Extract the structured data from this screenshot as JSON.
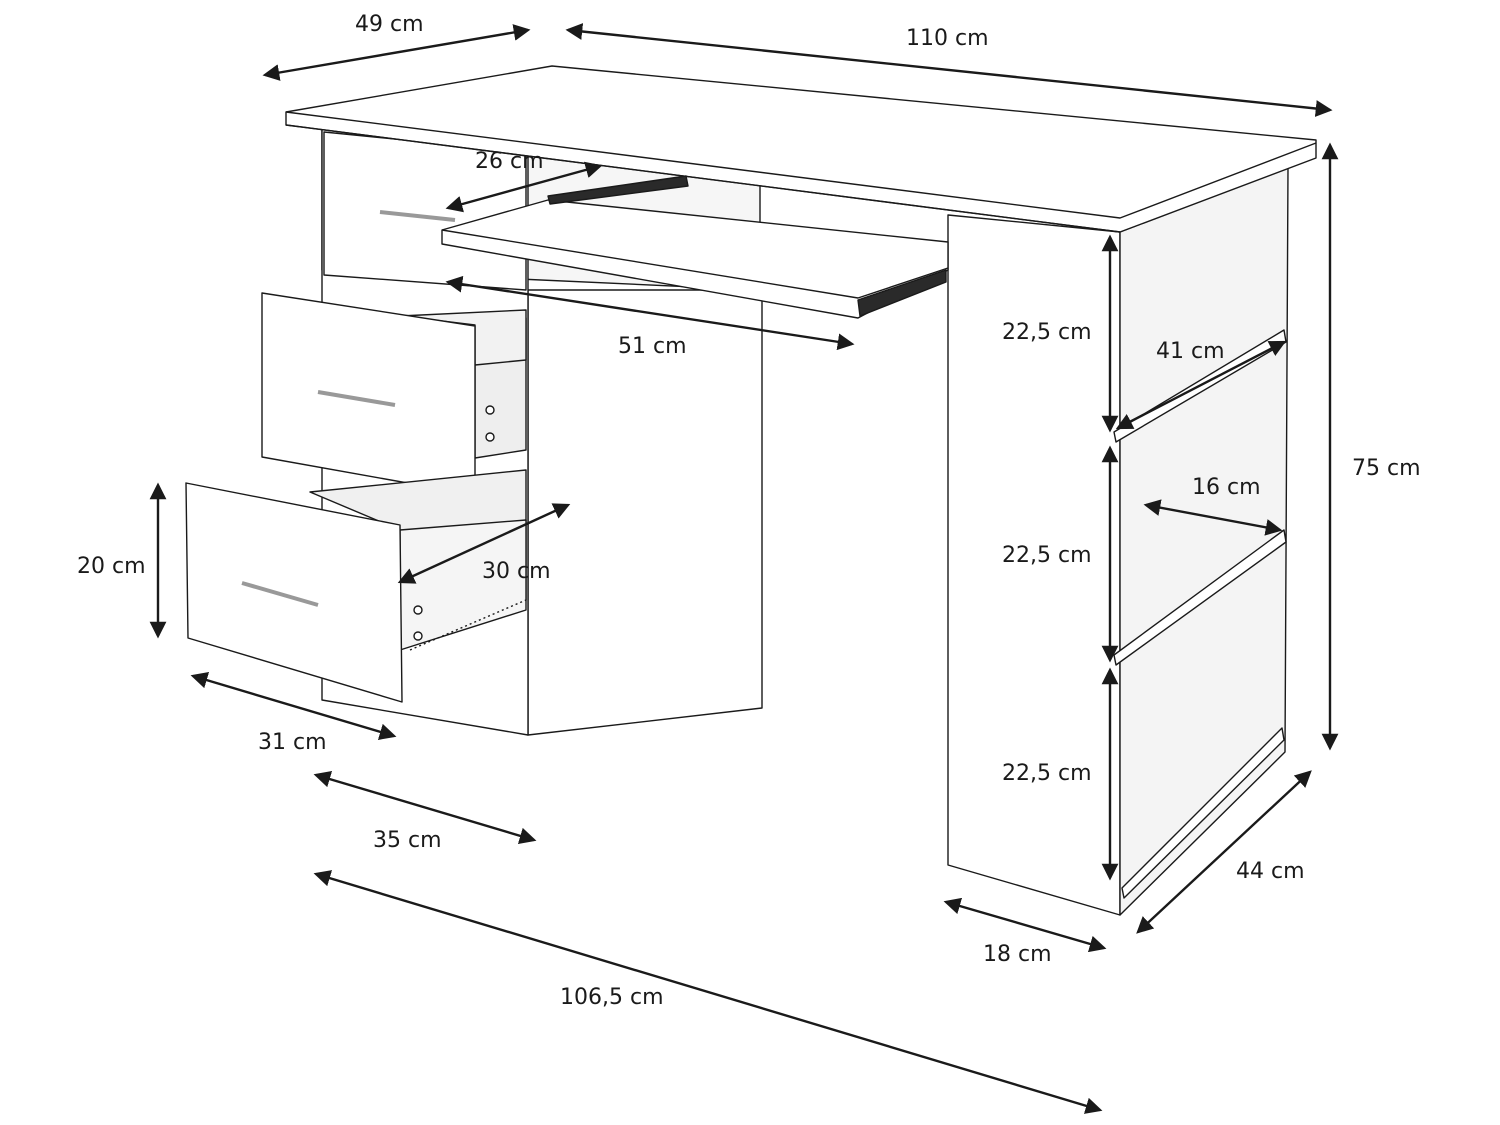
{
  "diagram": {
    "labels": {
      "depth_top": "49 cm",
      "width_top": "110 cm",
      "keyboard_depth": "26 cm",
      "keyboard_width": "51 cm",
      "shelf_height_1": "22,5 cm",
      "shelf_height_2": "22,5 cm",
      "shelf_height_3": "22,5 cm",
      "shelf_depth": "41 cm",
      "shelf_width": "16 cm",
      "total_height": "75 cm",
      "drawer_height": "20 cm",
      "drawer_inner_depth": "30 cm",
      "drawer_width": "31 cm",
      "cabinet_width": "35 cm",
      "leg_depth": "44 cm",
      "leg_width": "18 cm",
      "base_width": "106,5 cm"
    },
    "colors": {
      "line": "#1a1a1a",
      "surface": "#ffffff",
      "shade": "#f1f1f1",
      "rail": "#2a2a2a"
    }
  }
}
